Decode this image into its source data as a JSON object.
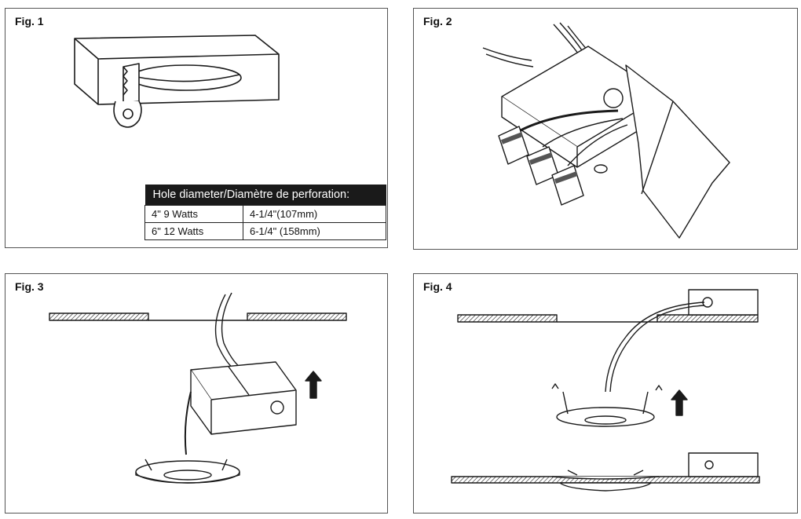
{
  "figures": [
    {
      "id": "fig1",
      "label": "Fig. 1"
    },
    {
      "id": "fig2",
      "label": "Fig. 2"
    },
    {
      "id": "fig3",
      "label": "Fig. 3"
    },
    {
      "id": "fig4",
      "label": "Fig. 4"
    }
  ],
  "hole_table": {
    "header": "Hole diameter/Diamètre de perforation:",
    "rows": [
      {
        "size": "4\"  9 Watts",
        "diameter": "4-1/4\"(107mm)"
      },
      {
        "size": "6\"  12 Watts",
        "diameter": "6-1/4\" (158mm)"
      }
    ]
  },
  "colors": {
    "ink": "#1a1a1a",
    "border": "#555555"
  }
}
